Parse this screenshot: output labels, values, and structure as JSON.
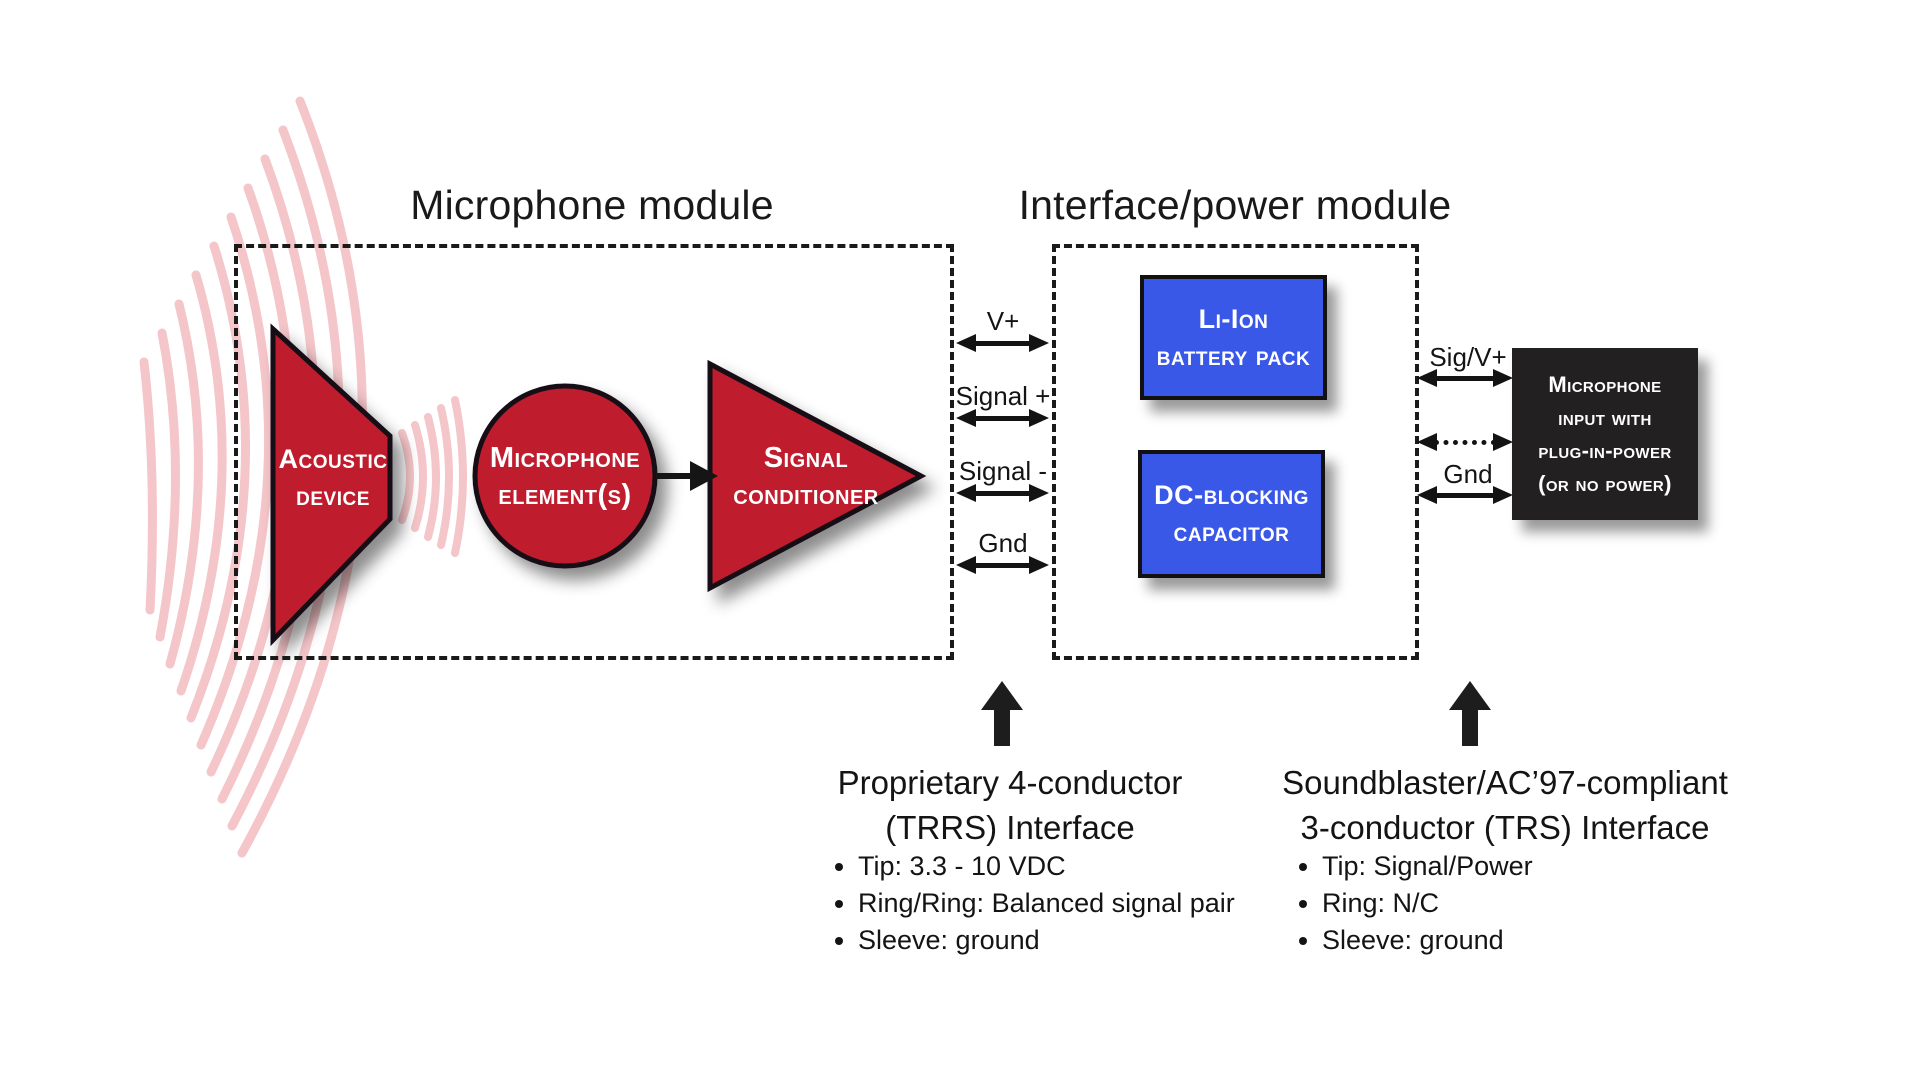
{
  "titles": {
    "left": "Microphone module",
    "right": "Interface/power module"
  },
  "mic_module": {
    "acoustic_device": {
      "line1": "Acoustic",
      "line2": "device"
    },
    "mic_element": {
      "line1": "Microphone",
      "line2": "element(s)"
    },
    "signal_conditioner": {
      "line1": "Signal",
      "line2": "conditioner"
    }
  },
  "bus_labels": {
    "v_plus": "V+",
    "signal_plus": "Signal +",
    "signal_minus": "Signal -",
    "gnd": "Gnd"
  },
  "power_module": {
    "battery": {
      "line1": "Li-Ion",
      "line2": "battery pack"
    },
    "capacitor": {
      "line1": "DC-blocking",
      "line2": "capacitor"
    }
  },
  "output_labels": {
    "sig_v": "Sig/V+",
    "gnd": "Gnd"
  },
  "mic_input_box": {
    "line1": "Microphone",
    "line2": "input with",
    "line3": "plug-in-power",
    "line4": "(or no power)"
  },
  "left_note": {
    "heading1": "Proprietary 4-conductor",
    "heading2": "(TRRS) Interface",
    "bullets": [
      "Tip: 3.3 - 10 VDC",
      "Ring/Ring: Balanced signal pair",
      "Sleeve: ground"
    ]
  },
  "right_note": {
    "heading1": "Soundblaster/AC’97-compliant",
    "heading2": "3-conductor (TRS) Interface",
    "bullets": [
      "Tip: Signal/Power",
      "Ring: N/C",
      "Sleeve: ground"
    ]
  },
  "colors": {
    "red": "#BF1E2E",
    "blue": "#3A58E8",
    "pink": "#F4C5C9",
    "black": "#232021"
  }
}
